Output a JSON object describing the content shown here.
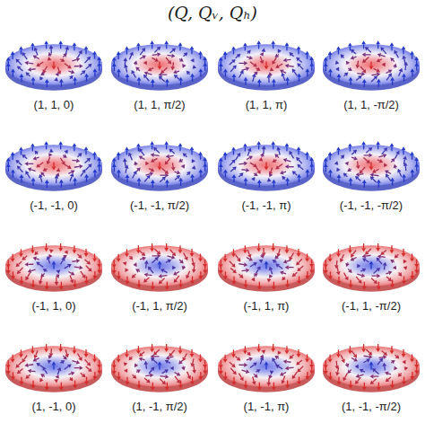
{
  "diagram": {
    "title": "(Q, Qᵥ, Qₕ)",
    "labels": [
      "(1, 1, 0)",
      "(1, 1, π/2)",
      "(1, 1, π)",
      "(1, 1, -π/2)",
      "(-1, -1, 0)",
      "(-1, -1, π/2)",
      "(-1, -1, π)",
      "(-1, -1, -π/2)",
      "(-1, 1, 0)",
      "(-1, 1, π/2)",
      "(-1, 1, π)",
      "(-1, 1, -π/2)",
      "(1, -1, 0)",
      "(1, -1, π/2)",
      "(1, -1, π)",
      "(1, -1, -π/2)"
    ]
  }
}
